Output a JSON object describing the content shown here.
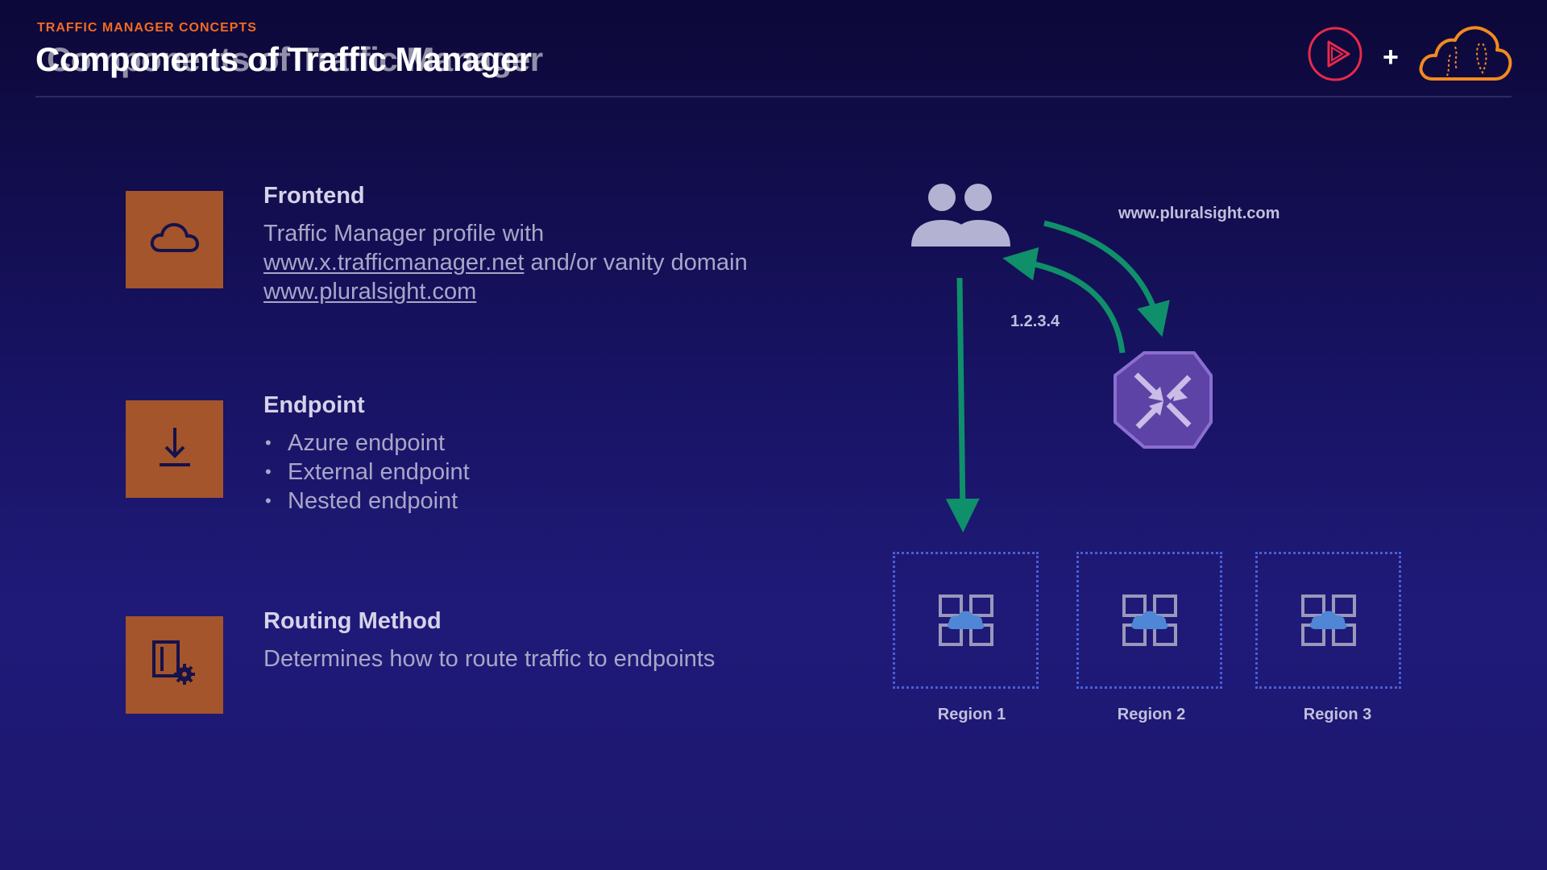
{
  "header": {
    "eyebrow": "TRAFFIC MANAGER CONCEPTS",
    "title": "Components of Traffic Manager",
    "title_overlap": "Components of Traffic Manager"
  },
  "logos": {
    "play_icon": "pluralsight-play-icon",
    "plus": "+",
    "cloud_icon": "cloud-guru-cloud-icon"
  },
  "features": [
    {
      "title": "Frontend",
      "icon": "cloud-icon",
      "body_prefix": "Traffic Manager profile with",
      "link1": "www.x.trafficmanager.net",
      "body_mid": " and/or vanity domain ",
      "link2": "www.pluralsight.com"
    },
    {
      "title": "Endpoint",
      "icon": "download-icon",
      "bullets": [
        "Azure endpoint",
        "External endpoint",
        "Nested endpoint"
      ]
    },
    {
      "title": "Routing Method",
      "icon": "settings-doc-icon",
      "body": "Determines how to route traffic to endpoints"
    }
  ],
  "diagram": {
    "domain_label": "www.pluralsight.com",
    "ip_label": "1.2.3.4",
    "users_icon": "users-icon",
    "traffic_manager_icon": "traffic-manager-icon",
    "regions": [
      "Region 1",
      "Region 2",
      "Region 3"
    ]
  },
  "colors": {
    "accent_orange": "#f26b21",
    "tile_orange": "#a4552c",
    "arrow_green": "#0f8f6a",
    "region_border": "#4a5ed8",
    "traffic_manager_purple": "#6b4db4"
  }
}
